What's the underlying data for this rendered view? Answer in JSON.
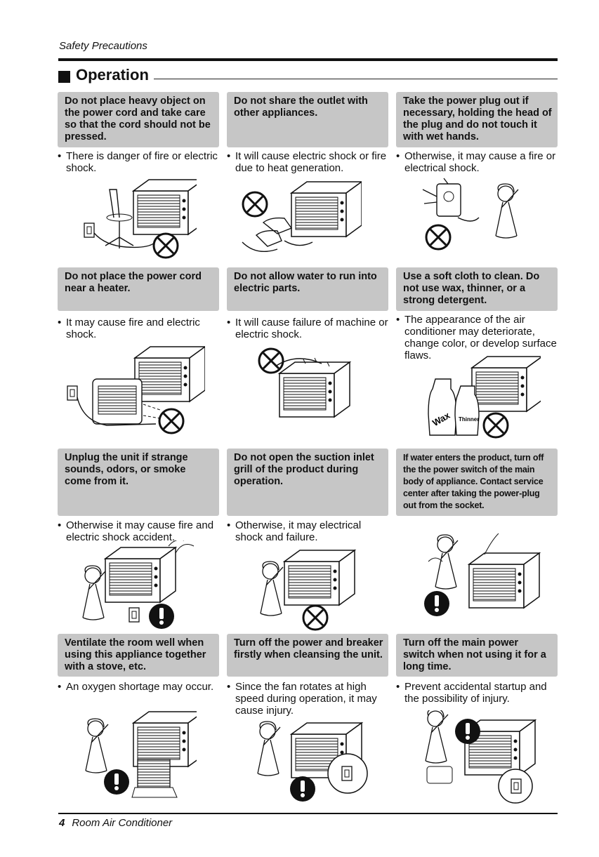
{
  "header": {
    "text": "Safety Precautions"
  },
  "section": {
    "title": "Operation"
  },
  "cards": [
    {
      "title": "Do not place heavy object on the power cord and take care so that the cord should not be pressed.",
      "desc": "There is danger of fire or electric shock.",
      "bullet": "•",
      "symbol": "prohibited-icon"
    },
    {
      "title": "Do not share the outlet with other appliances.",
      "desc": "It will cause electric shock or fire due to heat generation.",
      "bullet": "•",
      "symbol": "prohibited-icon"
    },
    {
      "title": "Take the power plug out if necessary, holding the head of the plug and do not touch it with wet hands.",
      "desc": "Otherwise, it may cause a fire or electrical shock.",
      "bullet": "•",
      "symbol": "prohibited-icon"
    },
    {
      "title": "Do not place the power cord near a heater.",
      "desc": "It may cause fire and electric shock.",
      "bullet": "•",
      "symbol": "prohibited-icon"
    },
    {
      "title": "Do not allow water to run into electric parts.",
      "desc": "It will cause failure of machine or  electric shock.",
      "bullet": "•",
      "symbol": "prohibited-icon"
    },
    {
      "title": "Use a soft cloth to clean. Do not use wax, thinner, or a strong detergent.",
      "desc": "The appearance of the air conditioner may deteriorate, change color, or develop surface flaws.",
      "bullet": "•",
      "symbol": "prohibited-icon",
      "labels": [
        "Wax",
        "Thinner"
      ]
    },
    {
      "title": "Unplug the unit if strange sounds, odors, or smoke come from it.",
      "desc": "Otherwise it may cause fire and electric shock accident.",
      "bullet": "•",
      "symbol": "mandatory-icon"
    },
    {
      "title": "Do not open the suction inlet grill of the product during operation.",
      "desc": "Otherwise, it may electrical shock and failure.",
      "bullet": "•",
      "symbol": "prohibited-icon"
    },
    {
      "title": "If water enters the product, turn off the the power switch of the main body of appliance. Contact service center after taking the power-plug out from the socket.",
      "desc": "",
      "bullet": "",
      "symbol": "mandatory-icon"
    },
    {
      "title": "Ventilate the room well when using this appliance together with a stove, etc.",
      "desc": "An oxygen shortage may occur.",
      "bullet": "•",
      "symbol": "mandatory-icon"
    },
    {
      "title": "Turn off the power and breaker firstly when cleansing the unit.",
      "desc": "Since the fan rotates at high speed during operation, it may cause injury.",
      "bullet": "•",
      "symbol": "mandatory-icon"
    },
    {
      "title": "Turn off the main power switch when not using it for a long time.",
      "desc": "Prevent accidental startup and the possibility of injury.",
      "bullet": "•",
      "symbol": "mandatory-icon"
    }
  ],
  "footer": {
    "page": "4",
    "text": "Room Air Conditioner"
  }
}
